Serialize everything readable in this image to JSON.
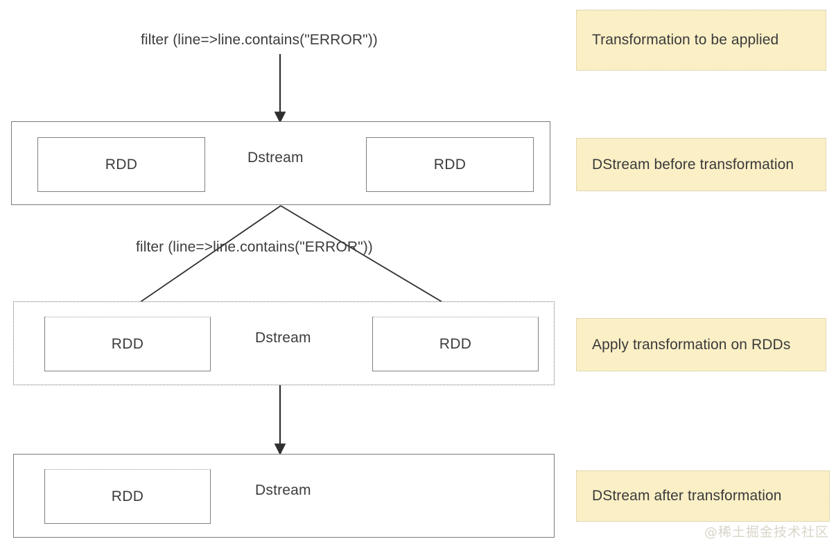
{
  "diagram": {
    "title": "Spark Streaming DStream transformation",
    "colors": {
      "legend_fill": "#fbefc6",
      "legend_border": "#c9bfa0",
      "line": "#3c3c3c",
      "box_border": "#808080",
      "text": "#3c3c3c",
      "watermark": "#d9d5c8",
      "background": "#ffffff"
    },
    "captions": {
      "filter_top": "filter (line=>line.contains(\"ERROR\"))",
      "filter_middle": "filter (line=>line.contains(\"ERROR\"))"
    },
    "streams": [
      {
        "id": "dstream-before",
        "label": "Dstream",
        "rdds": [
          "RDD",
          "RDD"
        ]
      },
      {
        "id": "dstream-applying",
        "label": "Dstream",
        "rdds": [
          "RDD",
          "RDD"
        ]
      },
      {
        "id": "dstream-after",
        "label": "Dstream",
        "rdds": [
          "RDD"
        ]
      }
    ],
    "legend": [
      {
        "id": "legend-transformation",
        "text": "Transformation to be applied"
      },
      {
        "id": "legend-before",
        "text": "DStream before transformation"
      },
      {
        "id": "legend-apply",
        "text": "Apply transformation on RDDs"
      },
      {
        "id": "legend-after",
        "text": "DStream after transformation"
      }
    ],
    "watermark": "@稀土掘金技术社区"
  }
}
